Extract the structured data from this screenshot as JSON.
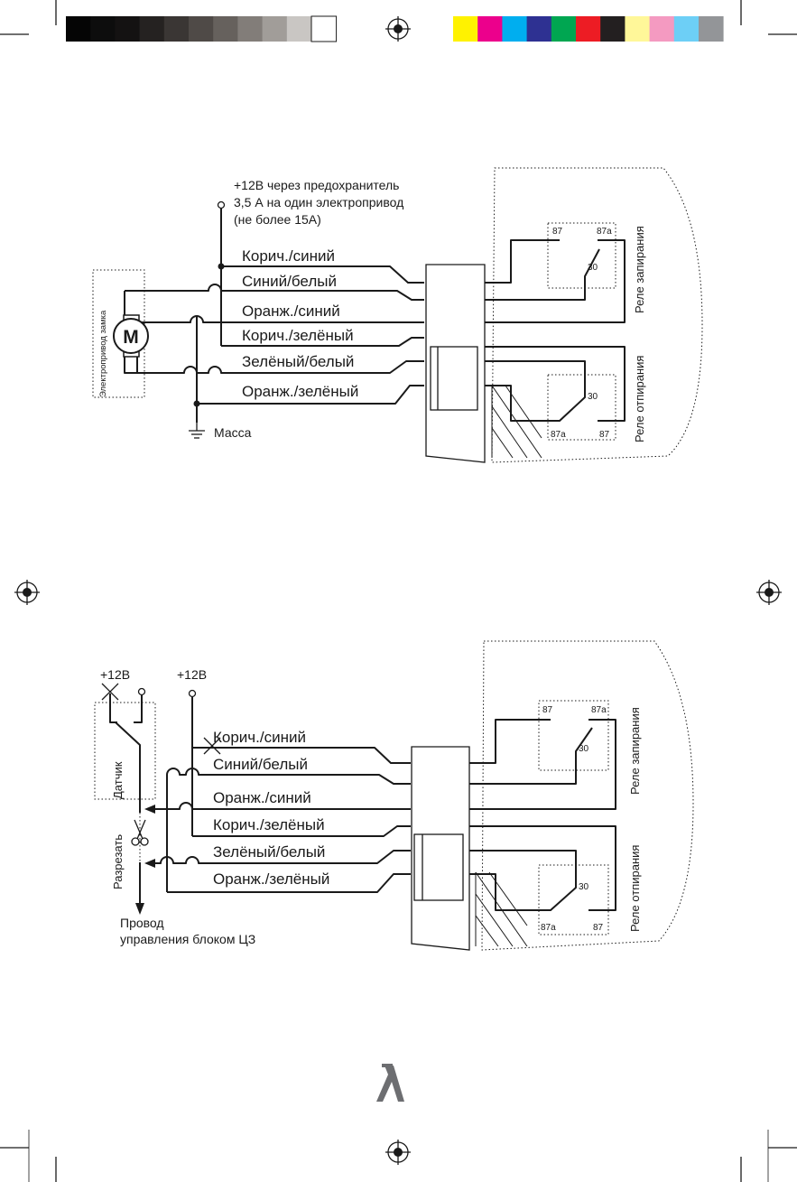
{
  "colorbar": {
    "gray": [
      "#050505",
      "#0d0d0d",
      "#141212",
      "#252221",
      "#3a3634",
      "#4f4a47",
      "#66615d",
      "#827d79",
      "#a19d99",
      "#c9c6c3",
      "#ffffff"
    ],
    "process": [
      "#fff200",
      "#ec008c",
      "#00aeef",
      "#2e3192",
      "#00a651",
      "#ed1c24",
      "#231f20",
      "#fff799",
      "#f49ac1",
      "#6dcff6",
      "#939598"
    ]
  },
  "diagram1": {
    "power_note": [
      "+12В через предохранитель",
      "3,5 А на один электропривод",
      "(не более 15А)"
    ],
    "wires": [
      "Корич./синий",
      "Синий/белый",
      "Оранж./синий",
      "Корич./зелёный",
      "Зелёный/белый",
      "Оранж./зелёный"
    ],
    "motor_label": "Электропривод замка",
    "motor_symbol": "M",
    "ground_label": "Масса",
    "relay_lock_label": "Реле запирания",
    "relay_unlock_label": "Реле отпирания",
    "pins_top": {
      "p87": "87",
      "p87a": "87a",
      "p30": "30"
    },
    "pins_bottom": {
      "p87": "87",
      "p87a": "87a",
      "p30": "30"
    }
  },
  "diagram2": {
    "plus1": "+12В",
    "plus2": "+12В",
    "sensor_label": "Датчик",
    "cut_label": "Разрезать",
    "wire_note": [
      "Провод",
      "управления блоком ЦЗ"
    ],
    "wires": [
      "Корич./синий",
      "Синий/белый",
      "Оранж./синий",
      "Корич./зелёный",
      "Зелёный/белый",
      "Оранж./зелёный"
    ],
    "relay_lock_label": "Реле запирания",
    "relay_unlock_label": "Реле отпирания",
    "pins_top": {
      "p87": "87",
      "p87a": "87a",
      "p30": "30"
    },
    "pins_bottom": {
      "p87": "87",
      "p87a": "87a",
      "p30": "30"
    }
  },
  "icons": [
    "registration-mark-icon",
    "scissors-icon",
    "ground-icon",
    "motor-icon",
    "brand-logo-icon"
  ]
}
